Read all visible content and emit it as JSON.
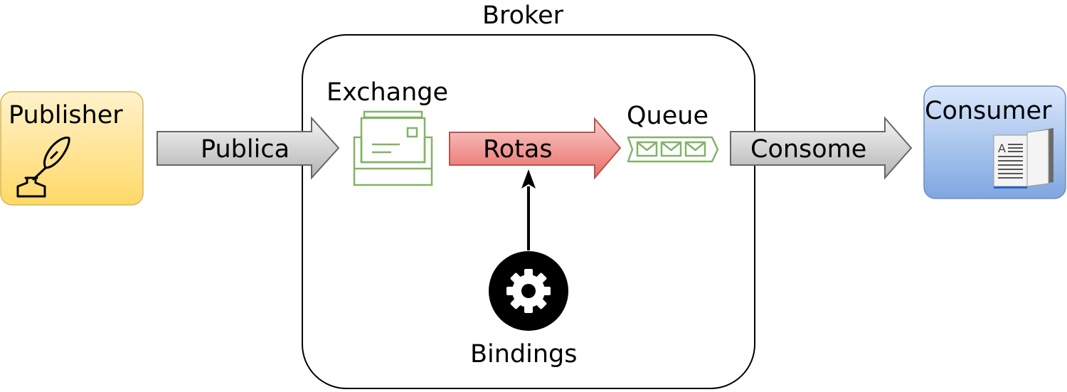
{
  "broker": {
    "label": "Broker"
  },
  "publisher": {
    "label": "Publisher",
    "icon": "quill-inkwell-icon",
    "fill_top": "#fff2cc",
    "fill_bottom": "#ffd966",
    "stroke": "#d6b656"
  },
  "consumer": {
    "label": "Consumer",
    "icon": "open-book-icon",
    "fill_top": "#dae8fc",
    "fill_bottom": "#7ea6e0",
    "stroke": "#6c8ebf"
  },
  "exchange": {
    "label": "Exchange",
    "icon": "mailbox-icon",
    "color": "#82b366"
  },
  "queue": {
    "label": "Queue",
    "icon": "queue-envelopes-icon",
    "color": "#82b366"
  },
  "bindings": {
    "label": "Bindings",
    "icon": "gear-icon"
  },
  "arrows": {
    "publish": "Publica",
    "routes": "Rotas",
    "consume": "Consome"
  },
  "colors": {
    "gray_arrow_light": "#f5f5f5",
    "gray_arrow_dark": "#b3b3b3",
    "red_arrow_light": "#f8cecc",
    "red_arrow_dark": "#ea6b66",
    "red_arrow_stroke": "#b85450"
  }
}
